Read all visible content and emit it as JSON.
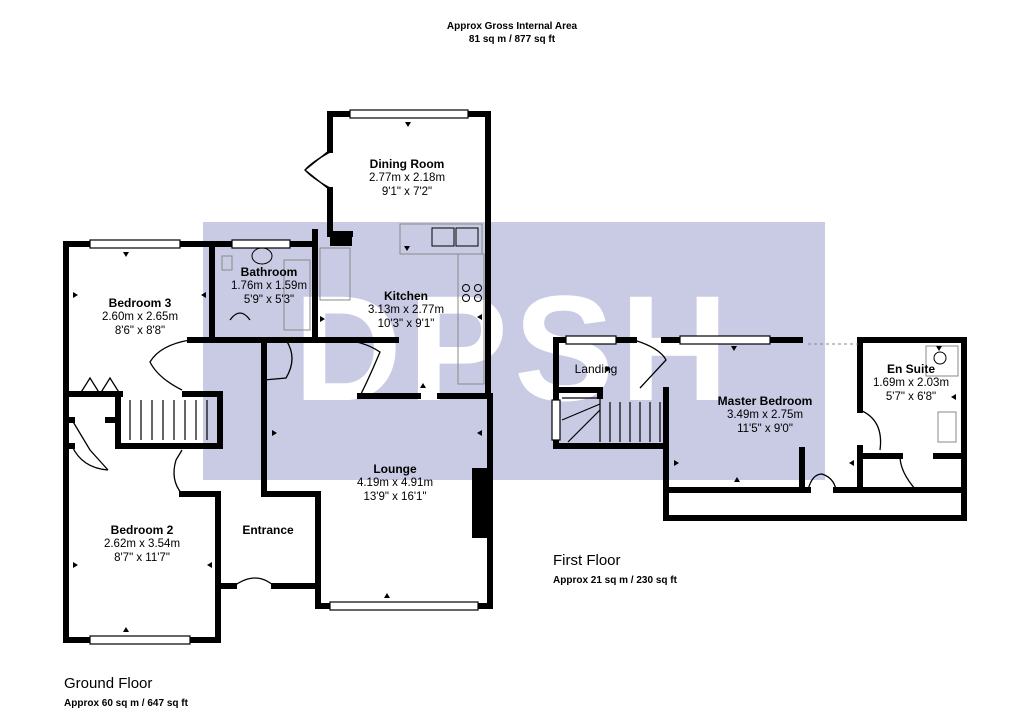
{
  "header": {
    "gross_title": "Approx Gross Internal Area",
    "gross_value": "81 sq m / 877 sq ft"
  },
  "watermark": {
    "text": "DPSH",
    "color": "#c9cbe4"
  },
  "colors": {
    "walls": "#000000",
    "fixtures": "#8a8a8a"
  },
  "floors": {
    "ground": {
      "title": "Ground Floor",
      "area": "Approx 60 sq m / 647 sq ft"
    },
    "first": {
      "title": "First Floor",
      "area": "Approx 21 sq m / 230 sq ft"
    }
  },
  "rooms": {
    "dining": {
      "name": "Dining Room",
      "metric": "2.77m x 2.18m",
      "imperial": "9'1\" x 7'2\""
    },
    "bathroom": {
      "name": "Bathroom",
      "metric": "1.76m x 1.59m",
      "imperial": "5'9\" x 5'3\""
    },
    "kitchen": {
      "name": "Kitchen",
      "metric": "3.13m x 2.77m",
      "imperial": "10'3\" x 9'1\""
    },
    "bedroom3": {
      "name": "Bedroom 3",
      "metric": "2.60m x 2.65m",
      "imperial": "8'6\" x 8'8\""
    },
    "lounge": {
      "name": "Lounge",
      "metric": "4.19m x 4.91m",
      "imperial": "13'9\" x 16'1\""
    },
    "bedroom2": {
      "name": "Bedroom 2",
      "metric": "2.62m x 3.54m",
      "imperial": "8'7\" x 11'7\""
    },
    "entrance": {
      "name": "Entrance"
    },
    "landing": {
      "name": "Landing"
    },
    "master": {
      "name": "Master Bedroom",
      "metric": "3.49m x 2.75m",
      "imperial": "11'5\" x 9'0\""
    },
    "ensuite": {
      "name": "En Suite",
      "metric": "1.69m x 2.03m",
      "imperial": "5'7\" x 6'8\""
    }
  }
}
